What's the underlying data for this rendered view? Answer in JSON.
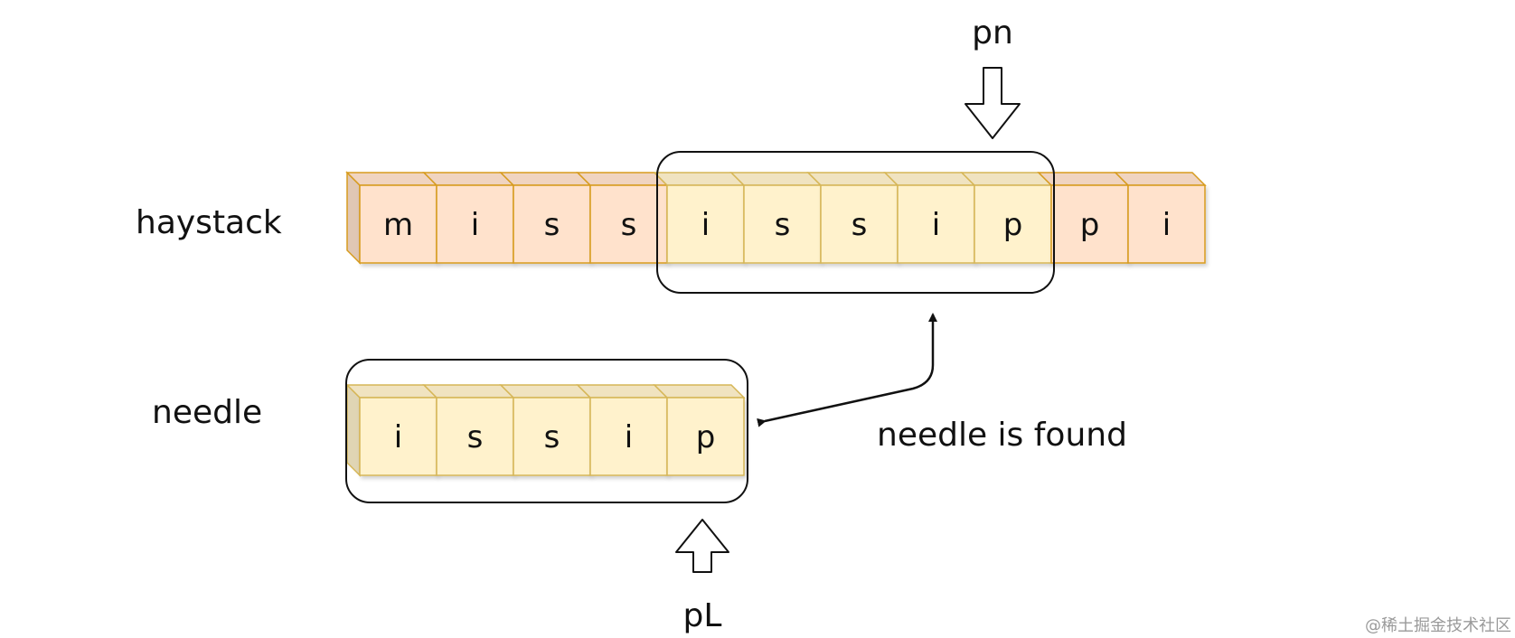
{
  "labels": {
    "haystack": "haystack",
    "needle": "needle",
    "found": "needle is found",
    "pointer_haystack": "pn",
    "pointer_needle": "pL"
  },
  "haystack": [
    "m",
    "i",
    "s",
    "s",
    "i",
    "s",
    "s",
    "i",
    "p",
    "p",
    "i"
  ],
  "needle": [
    "i",
    "s",
    "s",
    "i",
    "p"
  ],
  "match_range": {
    "start": 4,
    "end": 8
  },
  "colors": {
    "cell_orange": "#ffe2cc",
    "cell_orange_border": "#d79b1e",
    "cell_yellow": "#fff2cc",
    "cell_yellow_border": "#d6b656",
    "outline": "#111111"
  },
  "watermark": "@稀土掘金技术社区"
}
